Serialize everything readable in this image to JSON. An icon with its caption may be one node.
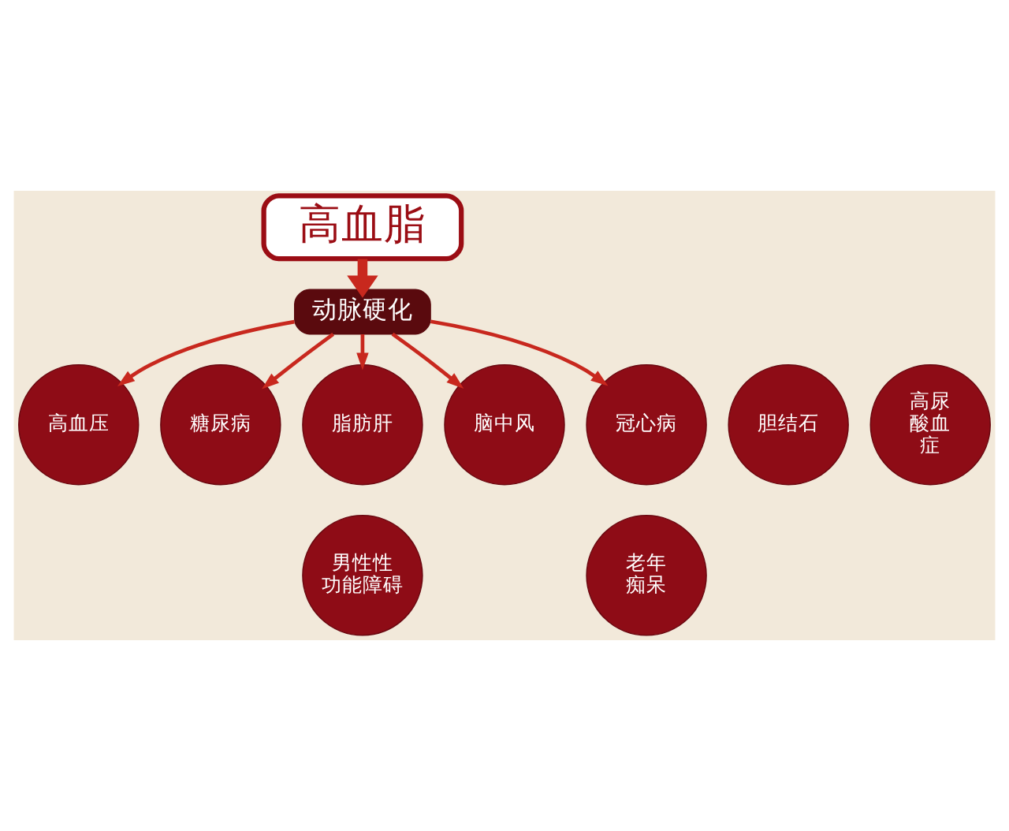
{
  "diagram": {
    "nodes": [
      {
        "text": [
          "高血脂"
        ]
      },
      {
        "text": [
          "动脉硬化"
        ]
      },
      {
        "text": [
          "高血压"
        ]
      },
      {
        "text": [
          "糖尿病"
        ]
      },
      {
        "text": [
          "脂肪肝"
        ]
      },
      {
        "text": [
          "脑中风"
        ]
      },
      {
        "text": [
          "冠心病"
        ]
      },
      {
        "text": [
          "胆结石"
        ]
      },
      {
        "text": [
          "高尿酸血症"
        ]
      },
      {
        "text": [
          "男性性功能障碍"
        ]
      },
      {
        "text": [
          "老年痴呆"
        ]
      }
    ],
    "edges": [
      {
        "from": 0,
        "to": 1,
        "arrow": "to",
        "style": "thick"
      },
      {
        "from": 1,
        "to": 2,
        "arrow": "to"
      },
      {
        "from": 1,
        "to": 4,
        "arrow": "to"
      },
      {
        "from": 1,
        "to": 5,
        "arrow": "to"
      },
      {
        "from": 1,
        "to": 6,
        "arrow": "to"
      },
      {
        "from": 1,
        "to": 3,
        "arrow": "to"
      }
    ]
  }
}
